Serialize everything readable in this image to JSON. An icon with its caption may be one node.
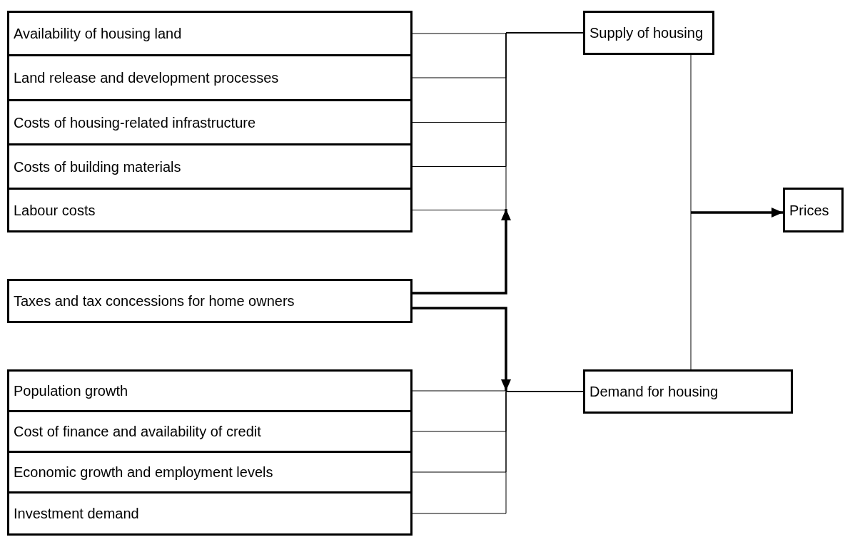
{
  "diagram": {
    "nodes": [
      {
        "text": [
          "Availability of housing land"
        ]
      },
      {
        "text": [
          "Land release and development processes"
        ]
      },
      {
        "text": [
          "Costs of housing-related infrastructure"
        ]
      },
      {
        "text": [
          "Costs of building materials"
        ]
      },
      {
        "text": [
          "Labour costs"
        ]
      },
      {
        "text": [
          "Taxes and tax concessions for home owners"
        ]
      },
      {
        "text": [
          "Population growth"
        ]
      },
      {
        "text": [
          "Cost of finance and availability of credit"
        ]
      },
      {
        "text": [
          "Economic growth and employment levels"
        ]
      },
      {
        "text": [
          "Investment demand"
        ]
      },
      {
        "text": [
          "Supply of housing"
        ]
      },
      {
        "text": [
          "Demand for housing"
        ]
      },
      {
        "text": [
          "Prices"
        ]
      }
    ],
    "edges": [
      {
        "from": 0,
        "to": 10,
        "arrow": "none"
      },
      {
        "from": 1,
        "to": 10,
        "arrow": "none"
      },
      {
        "from": 2,
        "to": 10,
        "arrow": "none"
      },
      {
        "from": 3,
        "to": 10,
        "arrow": "none"
      },
      {
        "from": 4,
        "to": 10,
        "arrow": "none"
      },
      {
        "from": 5,
        "to": null,
        "arrow": "to",
        "style": "thick"
      },
      {
        "from": 5,
        "to": null,
        "arrow": "to",
        "style": "thick"
      },
      {
        "from": 6,
        "to": 11,
        "arrow": "none"
      },
      {
        "from": 7,
        "to": 11,
        "arrow": "none"
      },
      {
        "from": 8,
        "to": 11,
        "arrow": "none"
      },
      {
        "from": 9,
        "to": 11,
        "arrow": "none"
      },
      {
        "from": 10,
        "to": 11,
        "arrow": "none"
      },
      {
        "from": null,
        "to": 12,
        "arrow": "to",
        "style": "thick"
      }
    ]
  }
}
